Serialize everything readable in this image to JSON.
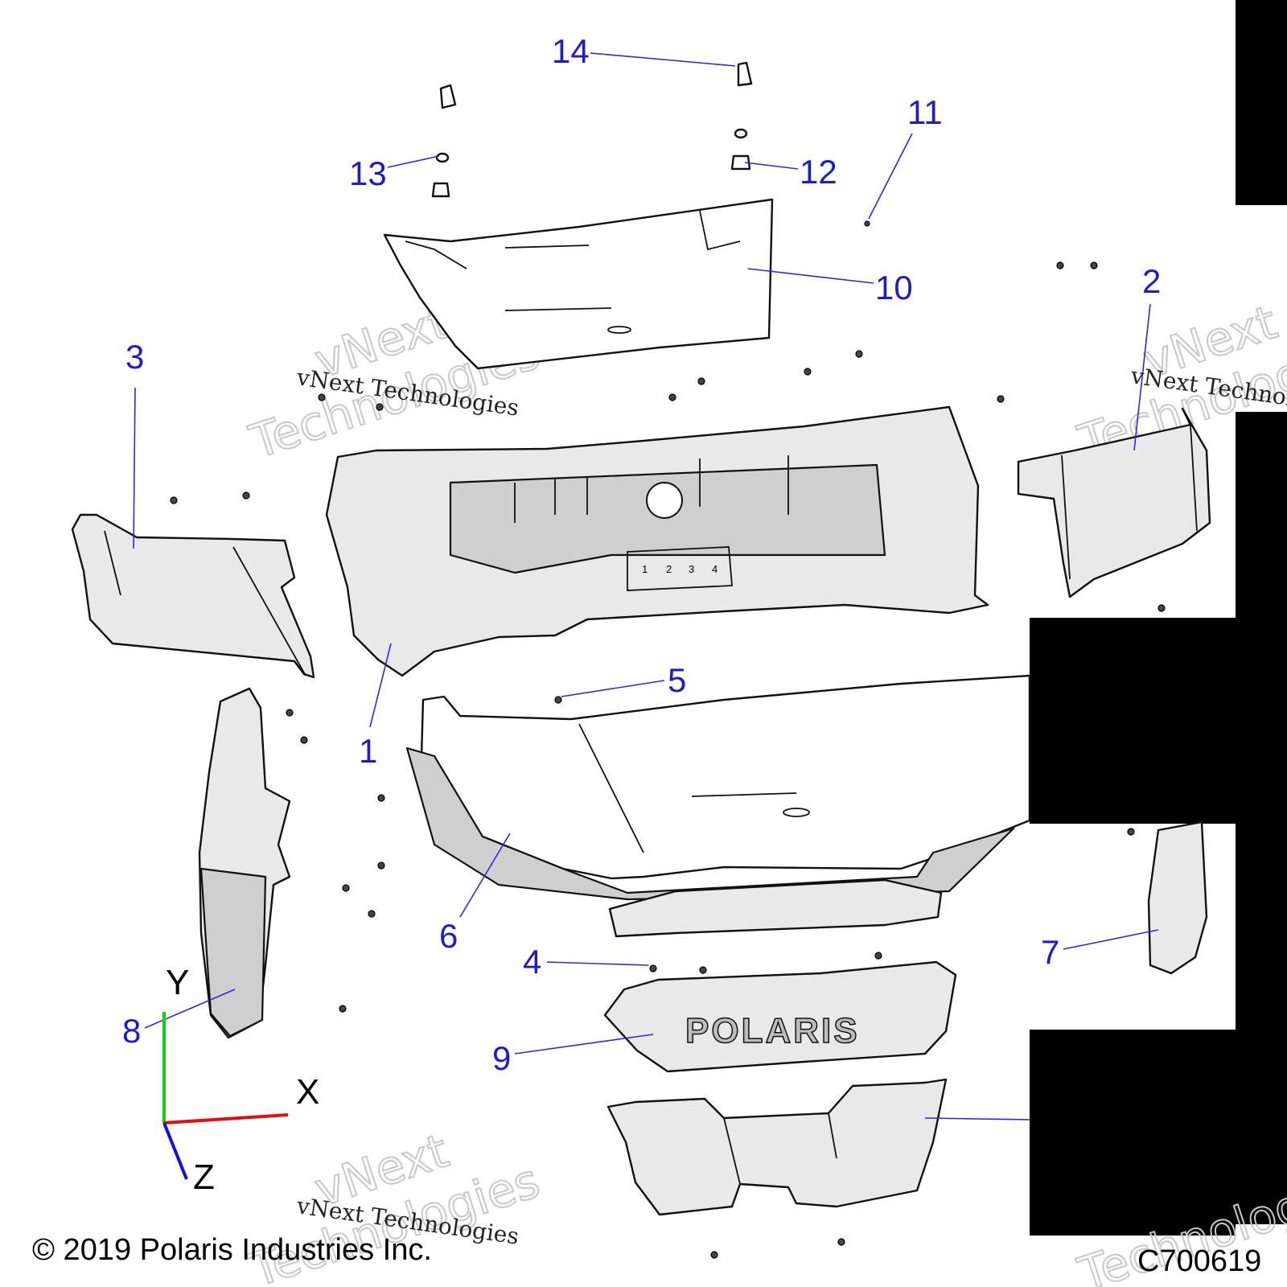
{
  "callouts": [
    {
      "id": "1",
      "label": "1"
    },
    {
      "id": "2",
      "label": "2"
    },
    {
      "id": "3",
      "label": "3"
    },
    {
      "id": "4",
      "label": "4"
    },
    {
      "id": "5",
      "label": "5"
    },
    {
      "id": "6",
      "label": "6"
    },
    {
      "id": "7",
      "label": "7"
    },
    {
      "id": "8",
      "label": "8"
    },
    {
      "id": "9",
      "label": "9"
    },
    {
      "id": "10",
      "label": "10"
    },
    {
      "id": "11",
      "label": "11"
    },
    {
      "id": "12",
      "label": "12"
    },
    {
      "id": "13",
      "label": "13"
    },
    {
      "id": "14",
      "label": "14"
    }
  ],
  "axes": {
    "x": "X",
    "y": "Y",
    "z": "Z",
    "x_color": "#e01010",
    "y_color": "#10d010",
    "z_color": "#1010e0"
  },
  "watermark": {
    "text": "vNext Technologies",
    "word1": "vNext",
    "word2": "Technologies"
  },
  "grille_text": "POLARIS",
  "panel_numbers": [
    "1",
    "2",
    "3",
    "4"
  ],
  "copyright": "© 2019 Polaris Industries Inc.",
  "figure_code": "C700619"
}
